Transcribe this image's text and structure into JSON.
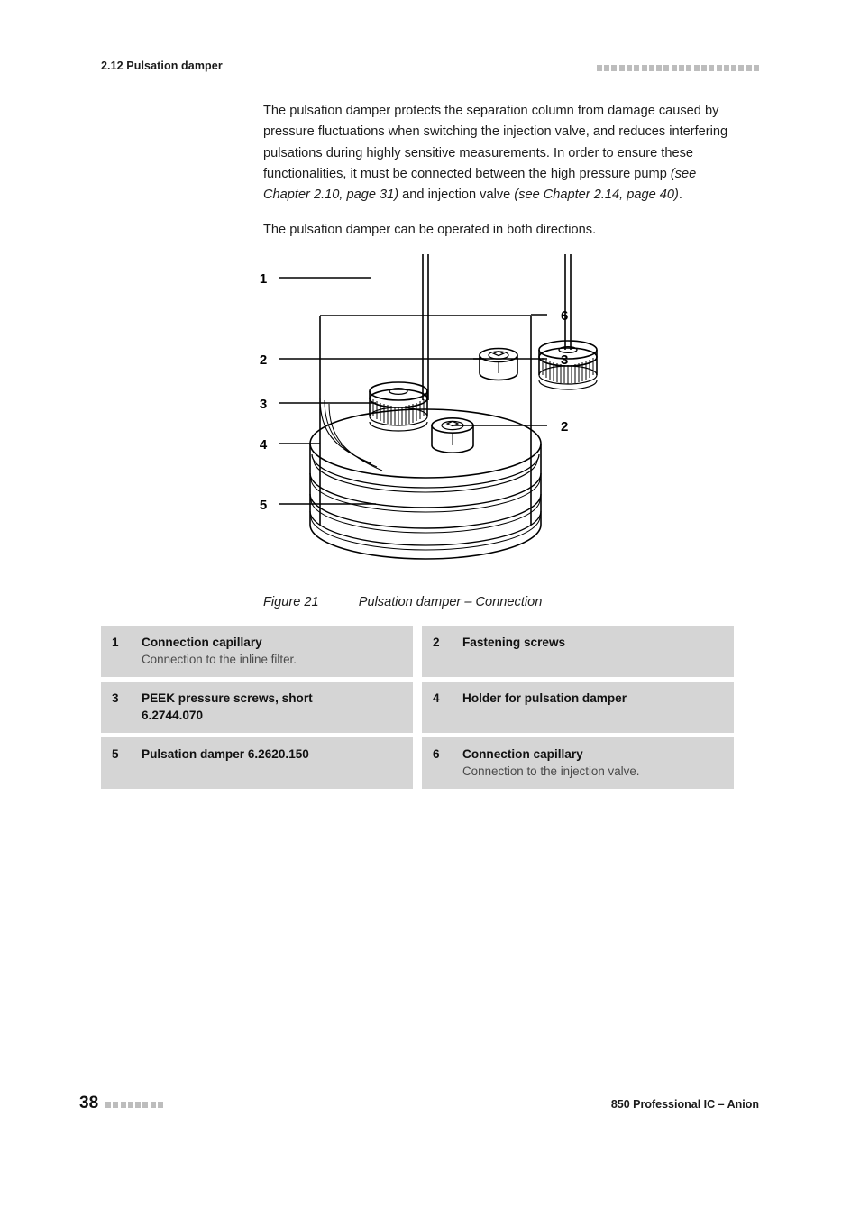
{
  "header": {
    "chapter_label": "2.12 Pulsation damper",
    "marker_squares": 22,
    "marker_color": "#bdbdbd"
  },
  "body": {
    "paragraphs": [
      {
        "runs": [
          {
            "text": "The pulsation damper protects the separation column from damage caused by pressure fluctuations when switching the injection valve, and reduces interfering pulsations during highly sensitive measurements. In order to ensure these functionalities, it must be connected between the high pressure pump ",
            "style": "normal"
          },
          {
            "text": "(see Chapter 2.10, page 31)",
            "style": "italic"
          },
          {
            "text": " and injection valve ",
            "style": "normal"
          },
          {
            "text": "(see Chapter 2.14, page 40)",
            "style": "italic"
          },
          {
            "text": ".",
            "style": "normal"
          }
        ]
      },
      {
        "runs": [
          {
            "text": "The pulsation damper can be operated in both directions.",
            "style": "normal"
          }
        ]
      }
    ]
  },
  "figure": {
    "caption_number": "Figure 21",
    "caption_text": "Pulsation damper – Connection",
    "callouts_left": [
      "1",
      "2",
      "3",
      "4",
      "5"
    ],
    "callouts_right": [
      "6",
      "3",
      "2"
    ],
    "line_color": "#000000"
  },
  "legend": {
    "rows": [
      {
        "left": {
          "num": "1",
          "title": "Connection capillary",
          "sub": "Connection to the inline filter."
        },
        "right": {
          "num": "2",
          "title": "Fastening screws",
          "sub": ""
        }
      },
      {
        "left": {
          "num": "3",
          "title": "PEEK pressure screws, short",
          "sub_bold": "6.2744.070"
        },
        "right": {
          "num": "4",
          "title": "Holder for pulsation damper",
          "sub": ""
        }
      },
      {
        "left": {
          "num": "5",
          "title": "Pulsation damper 6.2620.150",
          "sub": ""
        },
        "right": {
          "num": "6",
          "title": "Connection capillary",
          "sub": "Connection to the injection valve."
        }
      }
    ],
    "cell_background": "#d5d5d5"
  },
  "footer": {
    "page_number": "38",
    "marker_squares": 8,
    "document_title": "850 Professional IC – Anion"
  }
}
